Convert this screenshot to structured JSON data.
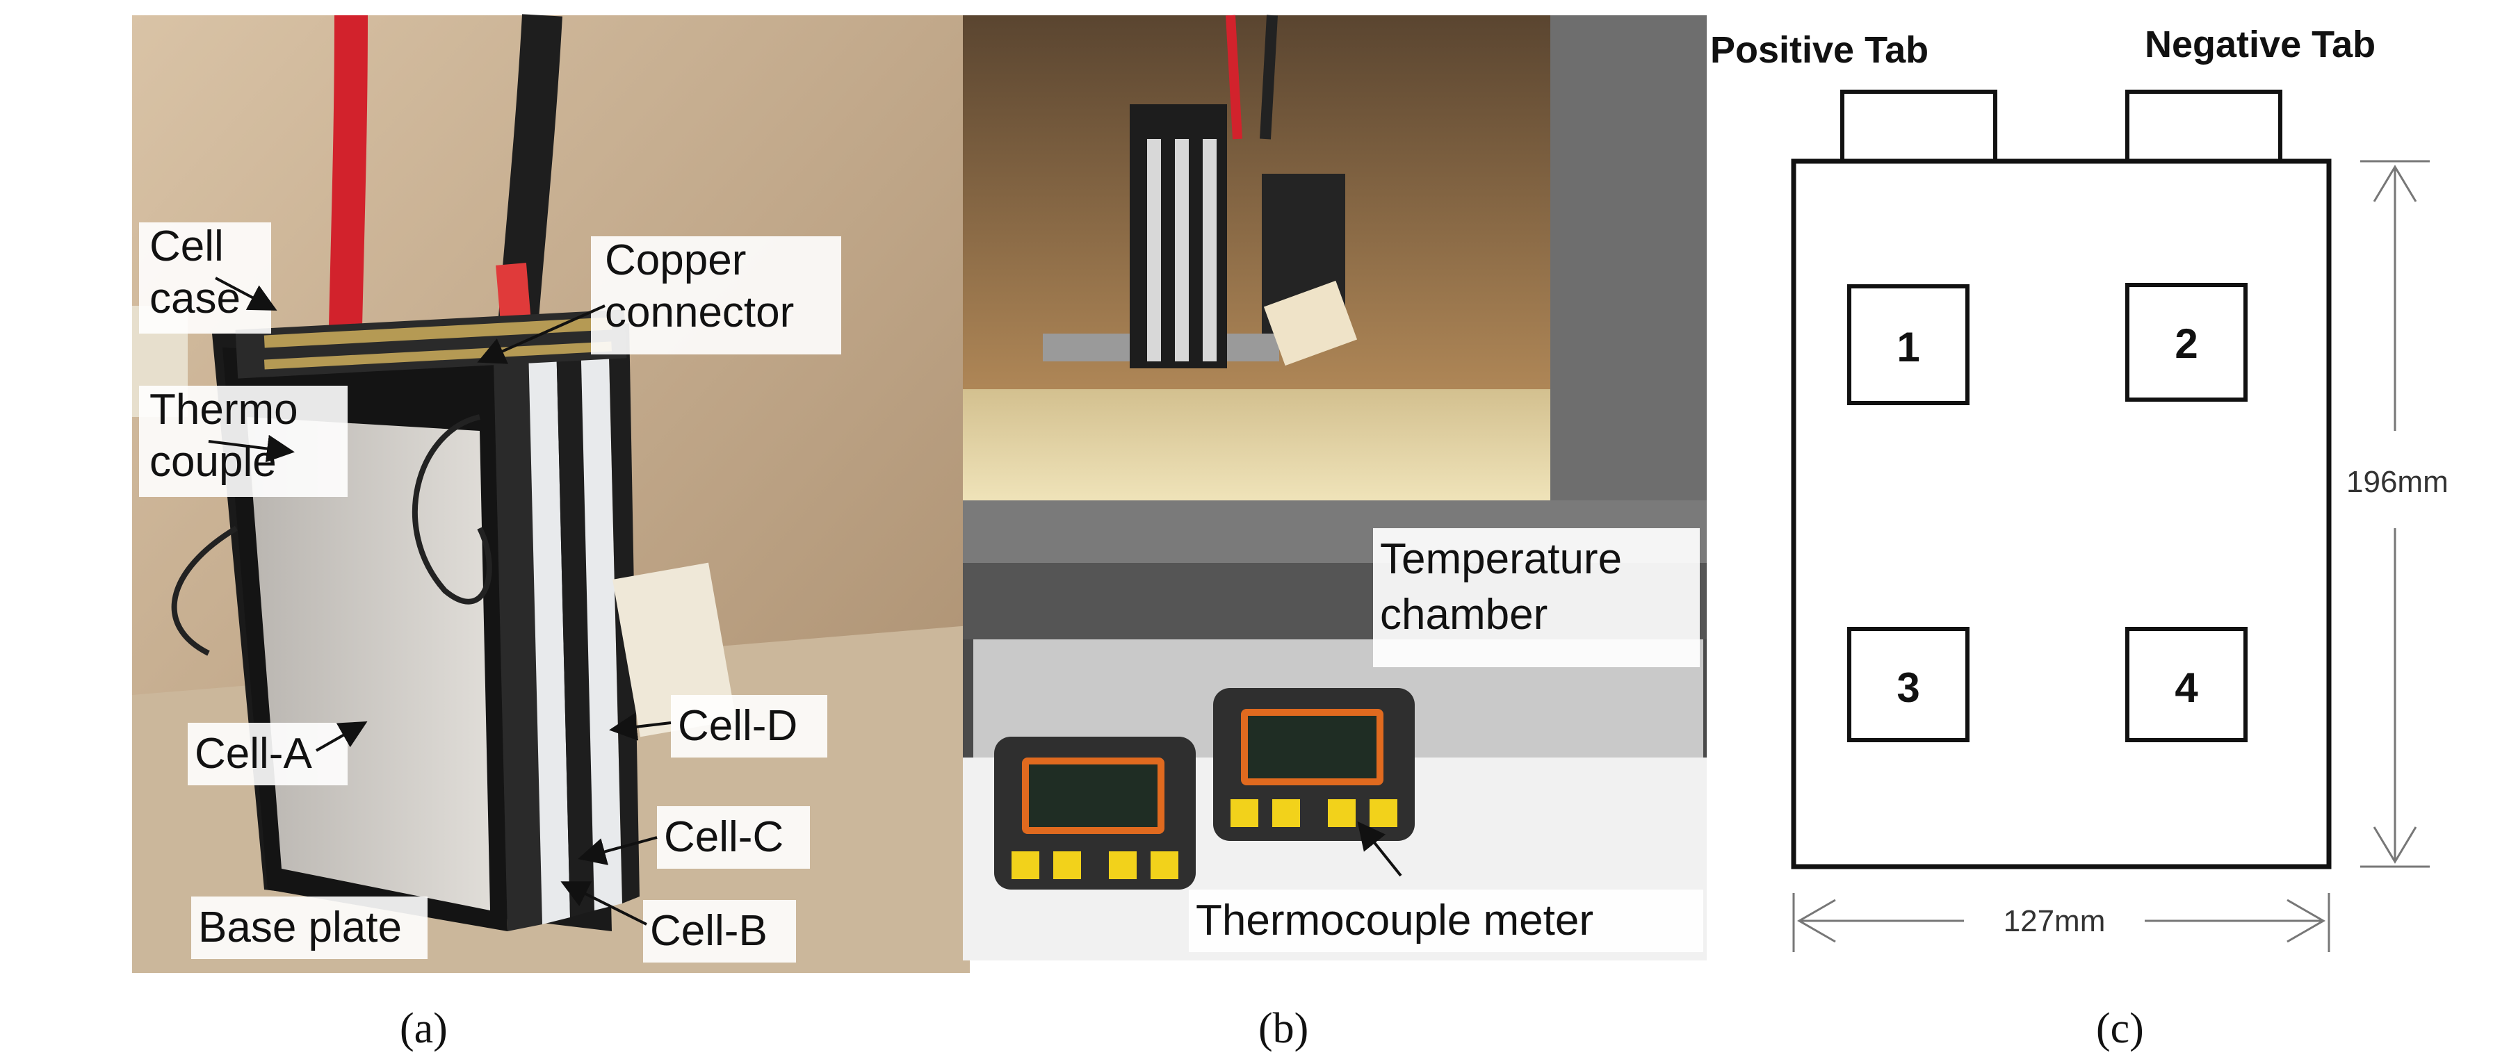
{
  "panel_a": {
    "labels": {
      "cell_case": [
        "Cell",
        "case"
      ],
      "copper_connector": [
        "Copper",
        "connector"
      ],
      "thermocouple": [
        "Thermo",
        "couple"
      ],
      "cell_a": "Cell-A",
      "cell_d": "Cell-D",
      "cell_c": "Cell-C",
      "cell_b": "Cell-B",
      "base_plate": "Base plate"
    },
    "caption": "(a)"
  },
  "panel_b": {
    "labels": {
      "temperature_chamber": [
        "Temperature",
        "chamber"
      ],
      "thermocouple_meter": "Thermocouple meter"
    },
    "caption": "(b)"
  },
  "panel_c": {
    "positive_tab": "Positive Tab",
    "negative_tab": "Negative Tab",
    "points": [
      "1",
      "2",
      "3",
      "4"
    ],
    "height_label": "196mm",
    "width_label": "127mm",
    "caption": "(c)"
  }
}
